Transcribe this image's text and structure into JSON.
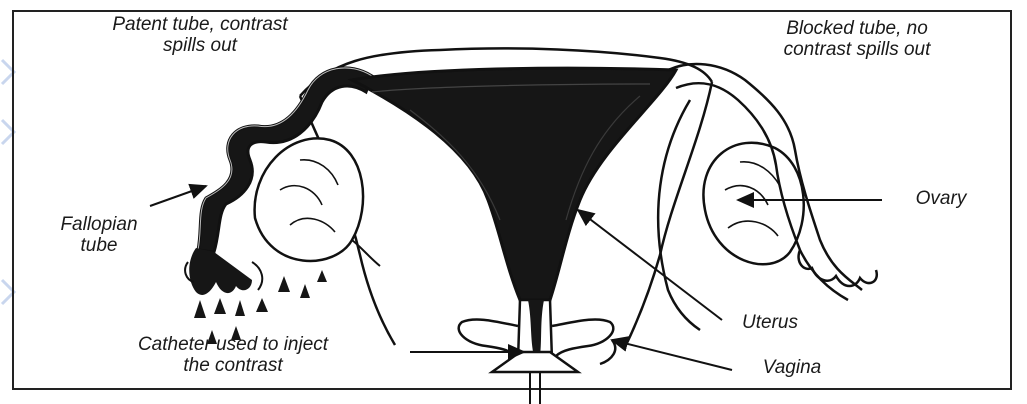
{
  "labels": {
    "patent_tube": [
      "Patent tube, contrast",
      "spills out"
    ],
    "blocked_tube": [
      "Blocked tube, no",
      "contrast spills out"
    ],
    "fallopian_tube": [
      "Fallopian",
      "tube"
    ],
    "ovary": "Ovary",
    "uterus": "Uterus",
    "vagina": "Vagina",
    "catheter": [
      "Catheter used to inject",
      "the contrast"
    ]
  },
  "colors": {
    "ink": "#111111",
    "contrast_fill": "#161616",
    "tissue_fill": "#ffffff",
    "frame": "#222222",
    "decor_blue": "#c9d6ee"
  }
}
